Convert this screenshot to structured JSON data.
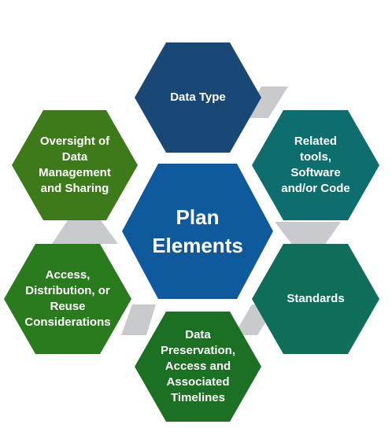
{
  "diagram": {
    "center": {
      "label": "Plan\nElements",
      "color": "#0E5A9C"
    },
    "elements": [
      {
        "label": "Data Type",
        "color": "#1A4876"
      },
      {
        "label": "Related\ntools,\nSoftware\nand/or Code",
        "color": "#0E6E6E"
      },
      {
        "label": "Standards",
        "color": "#0E6E5A"
      },
      {
        "label": "Data\nPreservation,\nAccess and\nAssociated\nTimelines",
        "color": "#1B7024"
      },
      {
        "label": "Access,\nDistribution, or\nReuse\nConsiderations",
        "color": "#2A7A1E"
      },
      {
        "label": "Oversight of\nData\nManagement\nand Sharing",
        "color": "#3D7A1A"
      }
    ],
    "connector_color": "#C8CACE"
  }
}
